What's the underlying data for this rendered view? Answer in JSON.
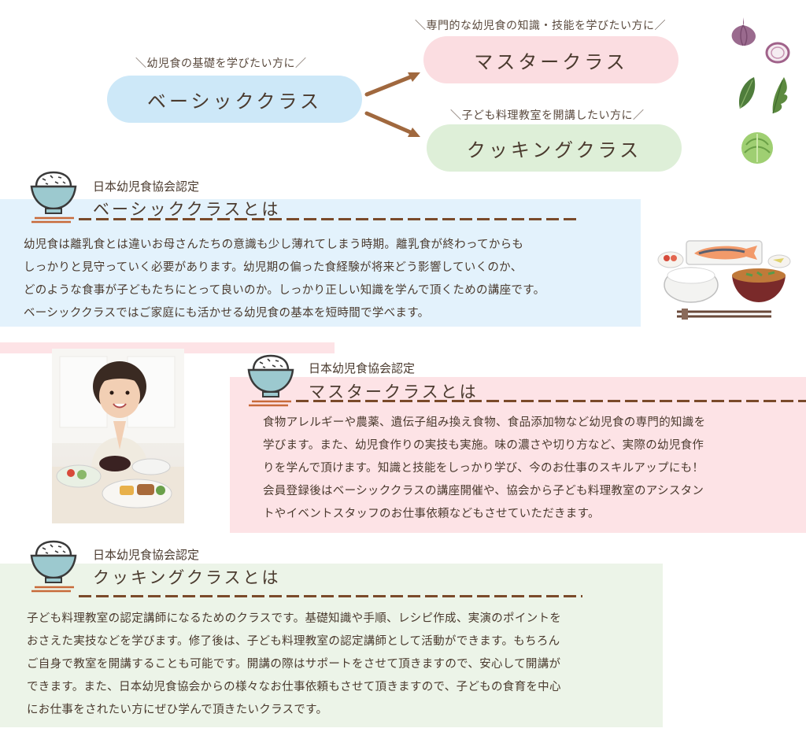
{
  "flow": {
    "basic_caption": "＼幼児食の基礎を学びたい方に／",
    "basic_label": "ベーシッククラス",
    "master_caption": "＼専門的な幼児食の知識・技能を学びたい方に／",
    "master_label": "マスタークラス",
    "cook_caption": "＼子ども料理教室を開講したい方に／",
    "cook_label": "クッキングクラス"
  },
  "basic": {
    "kicker": "日本幼児食協会認定",
    "heading": "ベーシッククラスとは",
    "lines": [
      "幼児食は離乳食とは違いお母さんたちの意識も少し薄れてしまう時期。離乳食が終わってからも",
      "しっかりと見守っていく必要があります。幼児期の偏った食経験が将来どう影響していくのか、",
      "どのような食事が子どもたちにとって良いのか。しっかり正しい知識を学んで頂くための講座です。",
      "ベーシッククラスではご家庭にも活かせる幼児食の基本を短時間で学べます。"
    ]
  },
  "master": {
    "kicker": "日本幼児食協会認定",
    "heading": "マスタークラスとは",
    "lines": [
      "食物アレルギーや農薬、遺伝子組み換え食物、食品添加物など幼児食の専門的知識を",
      "学びます。また、幼児食作りの実技も実施。味の濃さや切り方など、実際の幼児食作",
      "りを学んで頂けます。知識と技能をしっかり学び、今のお仕事のスキルアップにも！",
      "会員登録後はベーシッククラスの講座開催や、協会から子ども料理教室のアシスタン",
      "トやイベントスタッフのお仕事依頼などもさせていただきます。"
    ]
  },
  "cook": {
    "kicker": "日本幼児食協会認定",
    "heading": "クッキングクラスとは",
    "lines": [
      "子ども料理教室の認定講師になるためのクラスです。基礎知識や手順、レシピ作成、実演のポイントを",
      "おさえた実技などを学びます。修了後は、子ども料理教室の認定講師として活動ができます。もちろん",
      "ご自身で教室を開講することも可能です。開講の際はサポートをさせて頂きますので、安心して開講が",
      "できます。また、日本幼児食協会からの様々なお仕事依頼もさせて頂きますので、子どもの食育を中心",
      "にお仕事をされたい方にぜひ学んで頂きたいクラスです。"
    ]
  },
  "colors": {
    "basic_bg": "#e3f2fc",
    "master_bg": "#fde3e6",
    "cook_bg": "#ecf4e8",
    "accent_brown": "#7a4a2a",
    "bowl_teal": "#9cc9cf"
  },
  "icons": [
    "rice-bowl-icon",
    "onion-icon",
    "leaf-icon",
    "cabbage-icon",
    "japanese-meal-illustration",
    "child-photo"
  ]
}
